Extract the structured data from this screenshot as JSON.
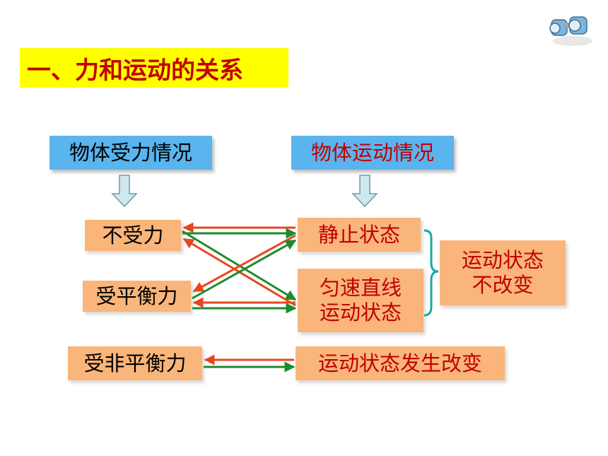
{
  "title": "一、力和运动的关系",
  "headers": {
    "force": "物体受力情况",
    "motion": "物体运动情况"
  },
  "left_nodes": {
    "no_force": "不受力",
    "balanced": "受平衡力",
    "unbalanced": "受非平衡力"
  },
  "right_nodes": {
    "rest": "静止状态",
    "uniform_line1": "匀速直线",
    "uniform_line2": "运动状态",
    "changes": "运动状态发生改变"
  },
  "summary": {
    "line1": "运动状态",
    "line2": "不改变"
  },
  "icon": "binoculars-icon",
  "colors": {
    "title_bg": "#ffff00",
    "title_text": "#c00000",
    "header_bg": "#5ab4ee",
    "node_bg": "#f9b57a",
    "arrow_red": "#e8471e",
    "arrow_green": "#1f8a2c",
    "brace": "#1aa7a7"
  }
}
